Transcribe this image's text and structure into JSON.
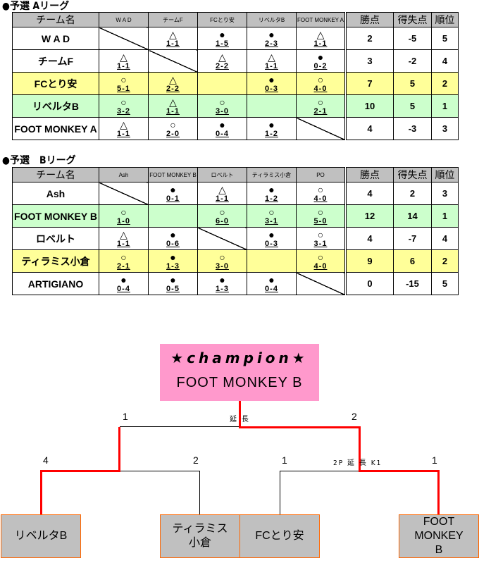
{
  "league_a": {
    "title": "●予選 Aリーグ",
    "headers": {
      "team": "チーム名",
      "opponents": [
        "W A D",
        "チームF",
        "FCとり安",
        "リベルタB",
        "FOOT MONKEY A"
      ],
      "points": "勝点",
      "goal_diff": "得失点",
      "rank": "順位"
    },
    "rows": [
      {
        "team": "W A D",
        "highlight": "none",
        "results": [
          null,
          {
            "mark": "△",
            "score": "1-1"
          },
          {
            "mark": "●",
            "score": "1-5"
          },
          {
            "mark": "●",
            "score": "2-3"
          },
          {
            "mark": "△",
            "score": "1-1"
          }
        ],
        "points": "2",
        "goal_diff": "-5",
        "rank": "5"
      },
      {
        "team": "チームF",
        "highlight": "none",
        "results": [
          {
            "mark": "△",
            "score": "1-1"
          },
          null,
          {
            "mark": "△",
            "score": "2-2"
          },
          {
            "mark": "△",
            "score": "1-1"
          },
          {
            "mark": "●",
            "score": "0-2"
          }
        ],
        "points": "3",
        "goal_diff": "-2",
        "rank": "4"
      },
      {
        "team": "FCとり安",
        "highlight": "yellow",
        "results": [
          {
            "mark": "○",
            "score": "5-1"
          },
          {
            "mark": "△",
            "score": "2-2"
          },
          null,
          {
            "mark": "●",
            "score": "0-3"
          },
          {
            "mark": "○",
            "score": "4-0"
          }
        ],
        "points": "7",
        "goal_diff": "5",
        "rank": "2"
      },
      {
        "team": "リベルタB",
        "highlight": "green",
        "results": [
          {
            "mark": "○",
            "score": "3-2"
          },
          {
            "mark": "△",
            "score": "1-1"
          },
          {
            "mark": "○",
            "score": "3-0"
          },
          null,
          {
            "mark": "○",
            "score": "2-1"
          }
        ],
        "points": "10",
        "goal_diff": "5",
        "rank": "1"
      },
      {
        "team": "FOOT MONKEY A",
        "highlight": "none",
        "results": [
          {
            "mark": "△",
            "score": "1-1"
          },
          {
            "mark": "○",
            "score": "2-0"
          },
          {
            "mark": "●",
            "score": "0-4"
          },
          {
            "mark": "●",
            "score": "1-2"
          },
          null
        ],
        "points": "4",
        "goal_diff": "-3",
        "rank": "3"
      }
    ]
  },
  "league_b": {
    "title": "●予選　Bリーグ",
    "headers": {
      "team": "チーム名",
      "opponents": [
        "Ash",
        "FOOT MONKEY B",
        "ロベルト",
        "ティラミス小倉",
        "PO"
      ],
      "points": "勝点",
      "goal_diff": "得失点",
      "rank": "順位"
    },
    "rows": [
      {
        "team": "Ash",
        "highlight": "none",
        "results": [
          null,
          {
            "mark": "●",
            "score": "0-1"
          },
          {
            "mark": "△",
            "score": "1-1"
          },
          {
            "mark": "●",
            "score": "1-2"
          },
          {
            "mark": "○",
            "score": "4-0"
          }
        ],
        "points": "4",
        "goal_diff": "2",
        "rank": "3"
      },
      {
        "team": "FOOT MONKEY B",
        "highlight": "green",
        "results": [
          {
            "mark": "○",
            "score": "1-0"
          },
          null,
          {
            "mark": "○",
            "score": "6-0"
          },
          {
            "mark": "○",
            "score": "3-1"
          },
          {
            "mark": "○",
            "score": "5-0"
          }
        ],
        "points": "12",
        "goal_diff": "14",
        "rank": "1"
      },
      {
        "team": "ロベルト",
        "highlight": "none",
        "results": [
          {
            "mark": "△",
            "score": "1-1"
          },
          {
            "mark": "●",
            "score": "0-6"
          },
          null,
          {
            "mark": "●",
            "score": "0-3"
          },
          {
            "mark": "○",
            "score": "3-1"
          }
        ],
        "points": "4",
        "goal_diff": "-7",
        "rank": "4"
      },
      {
        "team": "ティラミス小倉",
        "highlight": "yellow",
        "results": [
          {
            "mark": "○",
            "score": "2-1"
          },
          {
            "mark": "●",
            "score": "1-3"
          },
          {
            "mark": "○",
            "score": "3-0"
          },
          null,
          {
            "mark": "○",
            "score": "4-0"
          }
        ],
        "points": "9",
        "goal_diff": "6",
        "rank": "2"
      },
      {
        "team": "ARTIGIANO",
        "highlight": "none",
        "results": [
          {
            "mark": "●",
            "score": "0-4"
          },
          {
            "mark": "●",
            "score": "0-5"
          },
          {
            "mark": "●",
            "score": "1-3"
          },
          {
            "mark": "●",
            "score": "0-4"
          },
          null
        ],
        "points": "0",
        "goal_diff": "-15",
        "rank": "5"
      }
    ]
  },
  "bracket": {
    "champion_label": "★champion★",
    "champion_team": "FOOT MONKEY B",
    "final": {
      "left_score": "1",
      "right_score": "2",
      "note": "延 長"
    },
    "semi_left": {
      "left_score": "4",
      "right_score": "2"
    },
    "semi_right": {
      "left_score": "1",
      "right_score": "1",
      "note": "2P 延 長 K1"
    },
    "teams": [
      "リベルタB",
      "ティラミス\n小倉",
      "FCとり安",
      "FOOT\nMONKEY\nB"
    ],
    "colors": {
      "winner_line": "#ff0000",
      "champion_bg": "#ff99cc",
      "team_box_bg": "#c0c0c0",
      "team_box_border": "#ff6600",
      "highlight_yellow": "#ffff99",
      "highlight_green": "#ccffcc",
      "header_bg": "#c0c0c0"
    }
  }
}
